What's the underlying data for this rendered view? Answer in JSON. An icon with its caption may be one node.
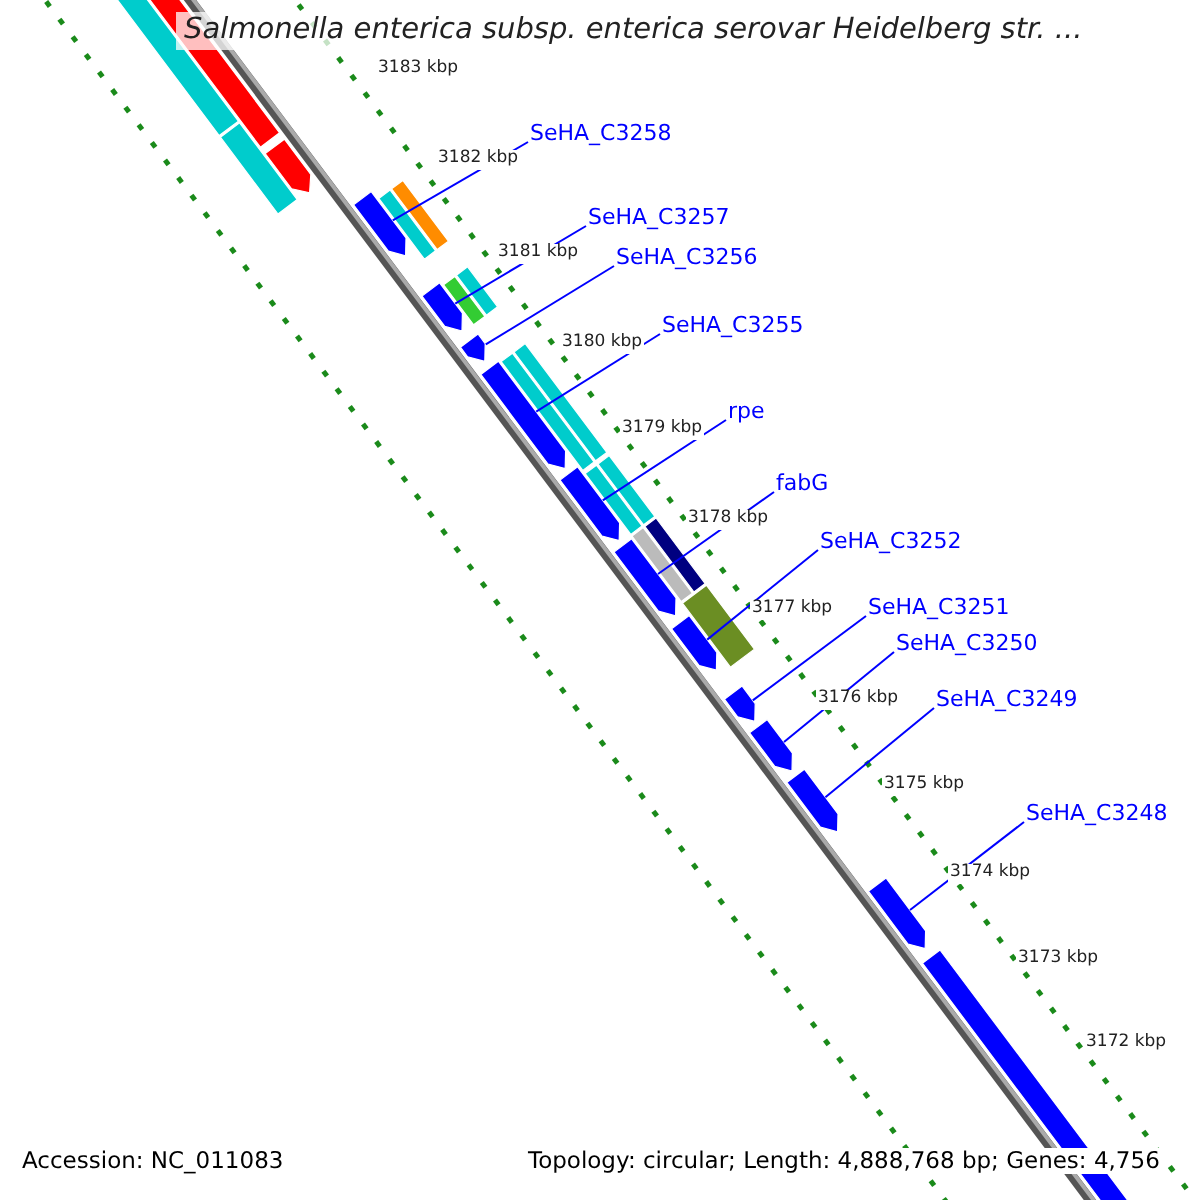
{
  "diagram": {
    "title": "Salmonella enterica subsp. enterica serovar Heidelberg str. ...",
    "nodes": [
      {
        "text": [
          "SeHA_C3258"
        ]
      },
      {
        "text": [
          "SeHA_C3257"
        ]
      },
      {
        "text": [
          "SeHA_C3256"
        ]
      },
      {
        "text": [
          "SeHA_C3255"
        ]
      },
      {
        "text": [
          "rpe"
        ]
      },
      {
        "text": [
          "fabG"
        ]
      },
      {
        "text": [
          "SeHA_C3252"
        ]
      },
      {
        "text": [
          "SeHA_C3251"
        ]
      },
      {
        "text": [
          "SeHA_C3250"
        ]
      },
      {
        "text": [
          "SeHA_C3249"
        ]
      },
      {
        "text": [
          "SeHA_C3248"
        ]
      },
      {
        "text": [],
        "shape": "bar"
      },
      {
        "text": [],
        "shape": "bar"
      },
      {
        "text": [],
        "shape": "bar"
      },
      {
        "text": [],
        "shape": "bar"
      },
      {
        "text": [],
        "shape": "bar"
      },
      {
        "text": [],
        "shape": "bar"
      },
      {
        "text": [],
        "shape": "bar"
      },
      {
        "text": [],
        "shape": "bar"
      },
      {
        "text": [],
        "shape": "bar"
      },
      {
        "text": [],
        "shape": "bar"
      },
      {
        "text": [],
        "shape": "bar"
      }
    ],
    "edges": [
      {
        "from": 0,
        "to": 11,
        "arrow": "none"
      },
      {
        "from": 1,
        "to": 12,
        "arrow": "none"
      },
      {
        "from": 2,
        "to": 13,
        "arrow": "none"
      },
      {
        "from": 3,
        "to": 14,
        "arrow": "none"
      },
      {
        "from": 4,
        "to": 15,
        "arrow": "none"
      },
      {
        "from": 5,
        "to": 16,
        "arrow": "none"
      },
      {
        "from": 6,
        "to": 17,
        "arrow": "none"
      },
      {
        "from": 7,
        "to": 18,
        "arrow": "none"
      },
      {
        "from": 8,
        "to": 19,
        "arrow": "none"
      },
      {
        "from": 9,
        "to": 20,
        "arrow": "none"
      },
      {
        "from": 10,
        "to": 21,
        "arrow": "none"
      }
    ],
    "labels": [
      "3183 kbp",
      "3182 kbp",
      "3181 kbp",
      "3180 kbp",
      "3179 kbp",
      "3178 kbp",
      "3177 kbp",
      "3176 kbp",
      "3175 kbp",
      "3174 kbp",
      "3173 kbp",
      "3172 kbp",
      "Accession: NC_011083",
      "Topology: circular; Length: 4,888,768 bp; Genes: 4,756"
    ]
  }
}
